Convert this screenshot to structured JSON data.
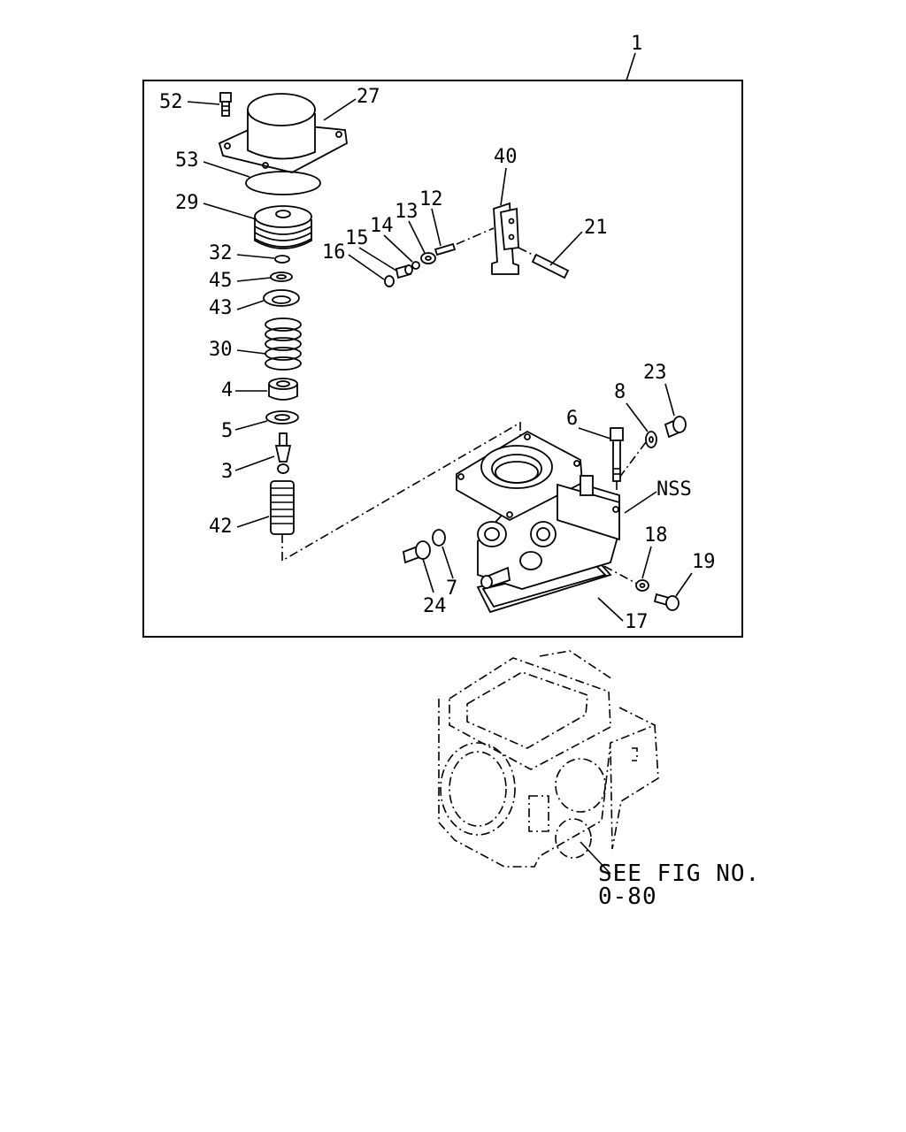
{
  "assembly": {
    "number": "1"
  },
  "callouts": {
    "c52": "52",
    "c27": "27",
    "c53": "53",
    "c29": "29",
    "c32": "32",
    "c45": "45",
    "c43": "43",
    "c30": "30",
    "c4": "4",
    "c5": "5",
    "c3": "3",
    "c42": "42",
    "c40": "40",
    "c13": "13",
    "c12": "12",
    "c14": "14",
    "c15": "15",
    "c16": "16",
    "c21": "21",
    "c23": "23",
    "c8": "8",
    "c6": "6",
    "cNSS": "NSS",
    "c18": "18",
    "c19": "19",
    "c24": "24",
    "c7": "7",
    "c17": "17"
  },
  "reference": {
    "line1": "SEE FIG NO.",
    "line2": "0-80"
  }
}
